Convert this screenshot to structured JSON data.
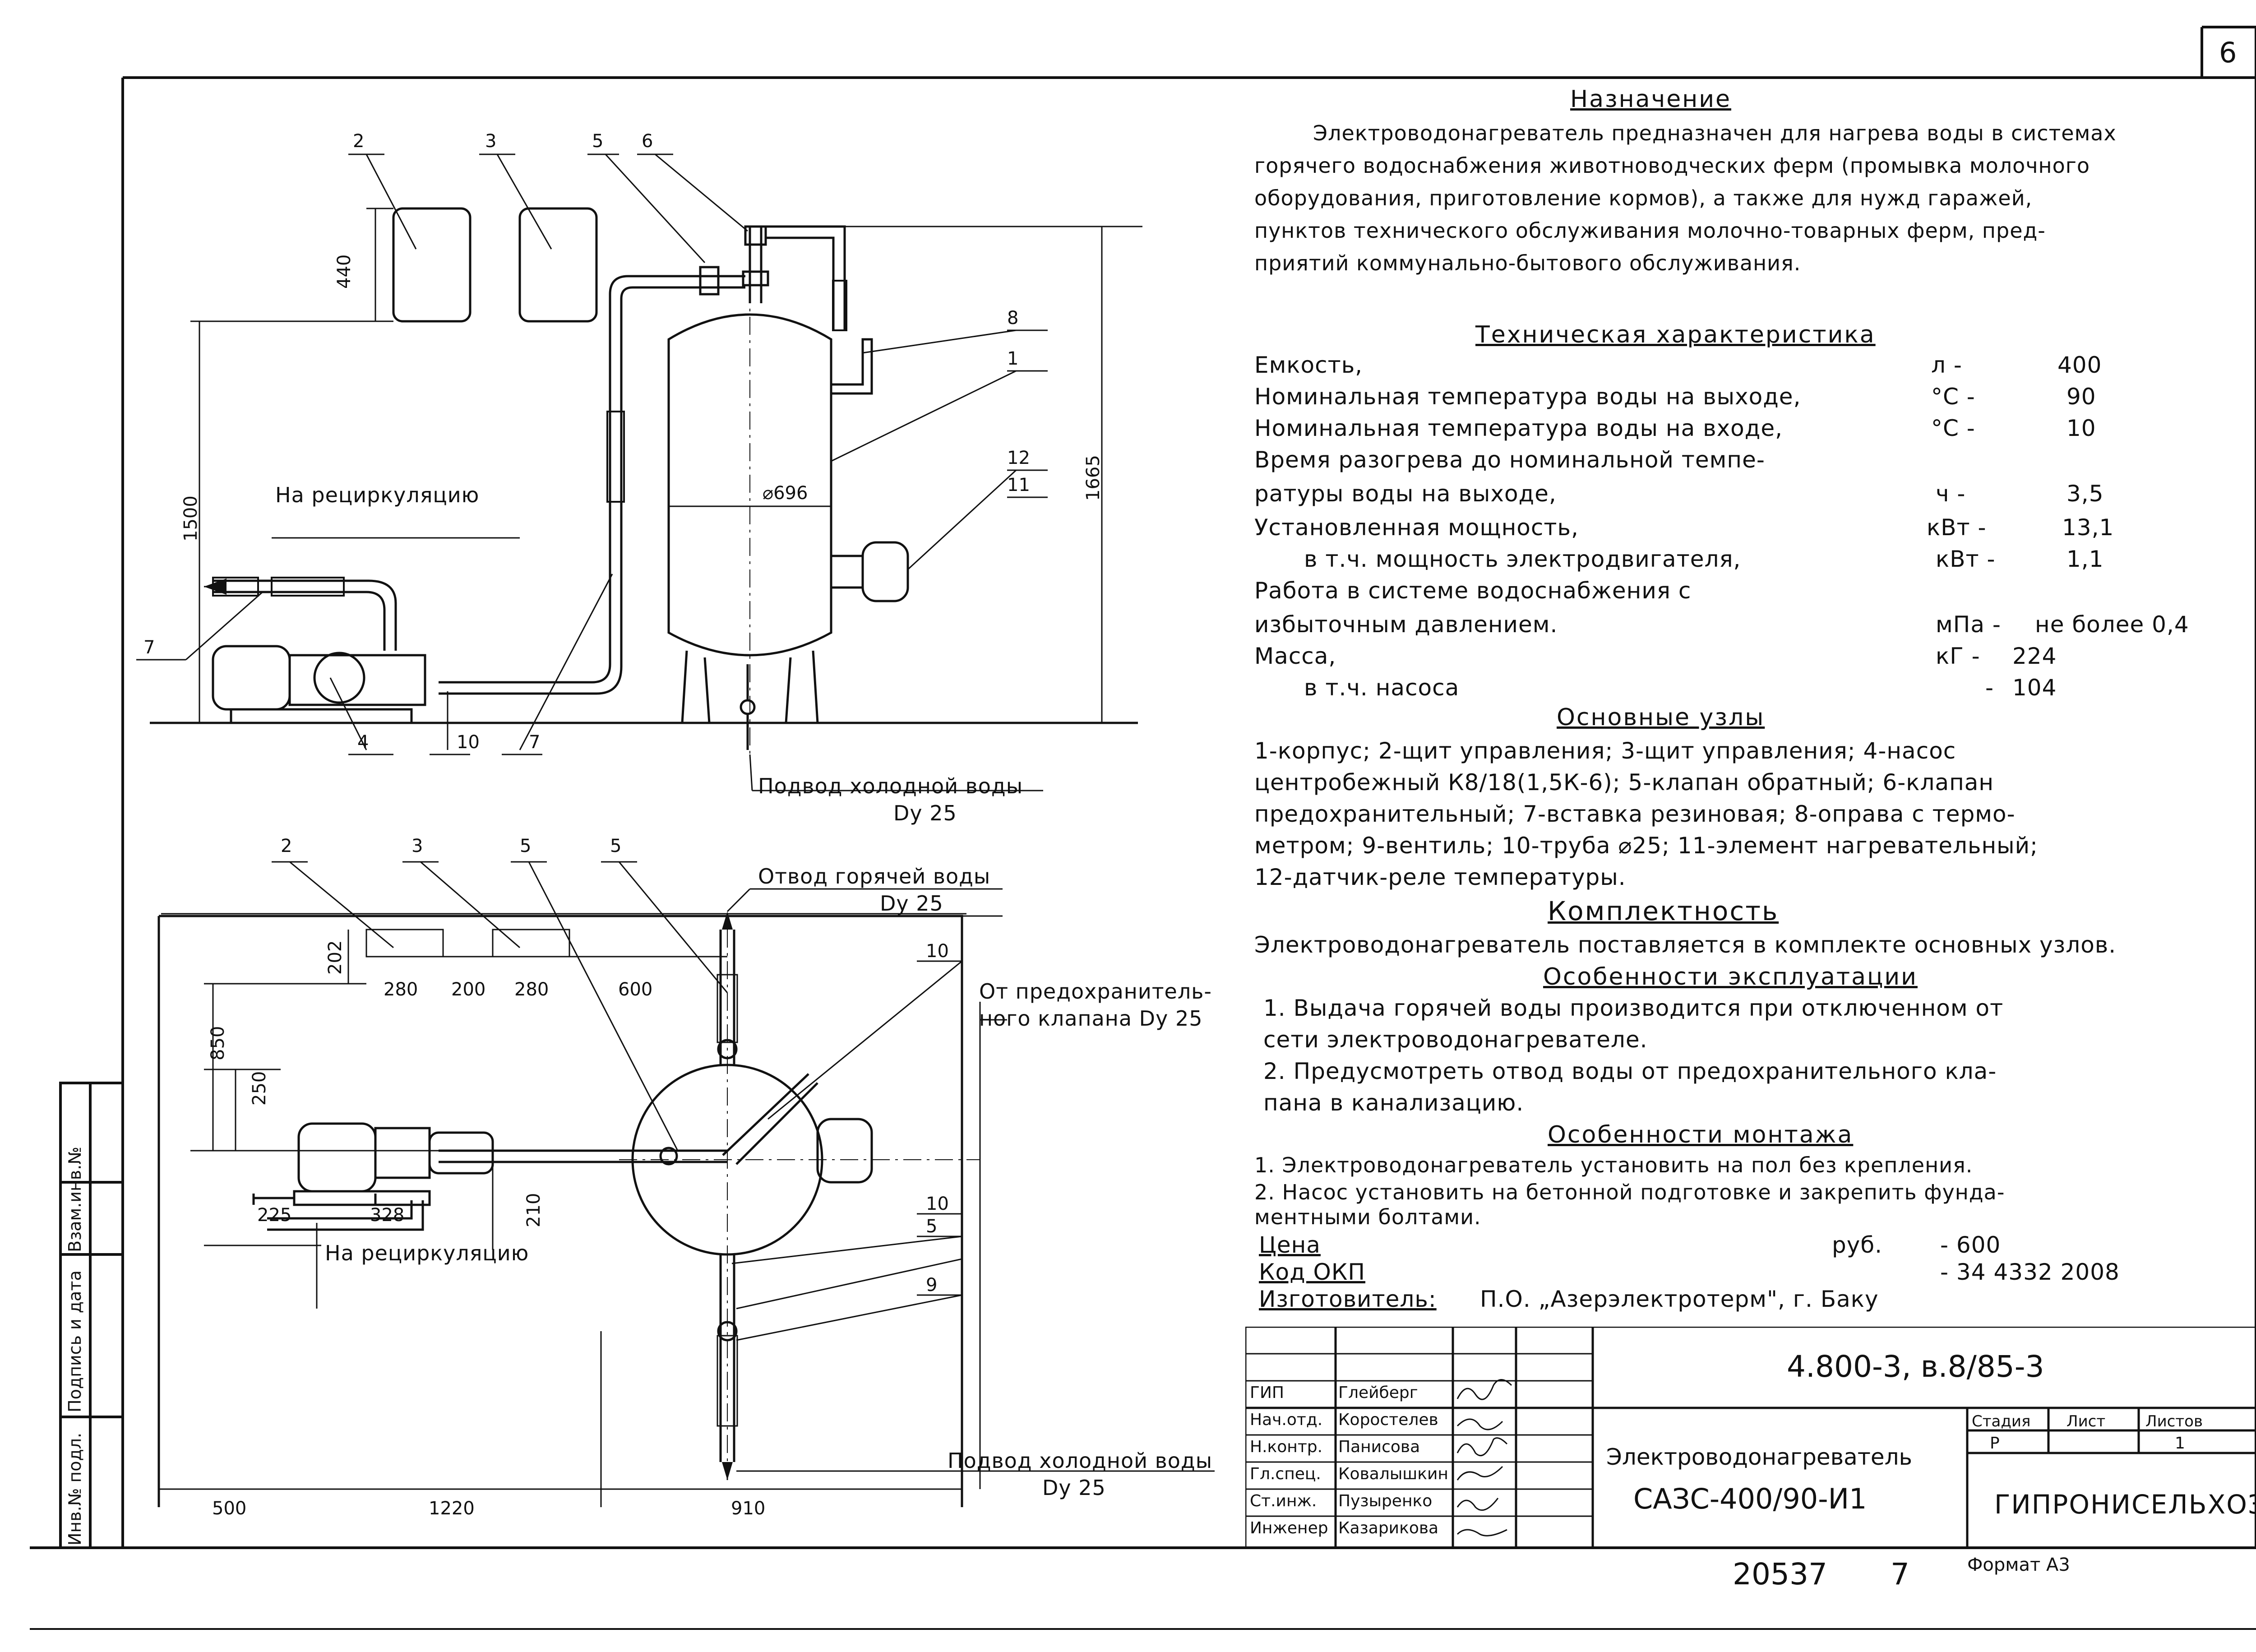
{
  "sheet": {
    "page_number": "6",
    "format": "Формат А3",
    "bottom_note_left": "20537",
    "bottom_note_right": "7"
  },
  "side_stamp": {
    "inv_podl": "Инв.№ подл.",
    "podpis_data": "Подпись и дата",
    "vzam_inv": "Взам.инв.№"
  },
  "purpose": {
    "title": "Назначение",
    "lines": [
      "Электроводонагреватель предназначен для нагрева воды в системах",
      "горячего водоснабжения животноводческих ферм (промывка молочного",
      "оборудования, приготовление кормов), а также для нужд гаражей,",
      "пунктов технического обслуживания молочно-товарных ферм, пред-",
      "приятий коммунально-бытового обслуживания."
    ]
  },
  "specs": {
    "title": "Техническая характеристика",
    "rows": [
      {
        "label": "Емкость,",
        "unit": "л -",
        "value": "400"
      },
      {
        "label": "Номинальная температура воды на выходе,",
        "unit": "°С -",
        "value": "90"
      },
      {
        "label": "Номинальная температура воды на входе,",
        "unit": "°С -",
        "value": "10"
      },
      {
        "label": "Время разогрева до номинальной темпе-",
        "unit": "",
        "value": ""
      },
      {
        "label": "ратуры воды на выходе,",
        "unit": "ч -",
        "value": "3,5"
      },
      {
        "label": "Установленная мощность,",
        "unit": "кВт -",
        "value": "13,1"
      },
      {
        "label": "в т.ч. мощность электродвигателя,",
        "unit": "кВт -",
        "value": "1,1"
      },
      {
        "label": "Работа в системе водоснабжения с",
        "unit": "",
        "value": ""
      },
      {
        "label": "избыточным давлением.",
        "unit": "мПа -",
        "value": "не более 0,4"
      },
      {
        "label": "Масса,",
        "unit": "кГ -",
        "value": "224"
      },
      {
        "label": "в т.ч. насоса",
        "unit": "-",
        "value": "104"
      }
    ]
  },
  "components": {
    "title": "Основные узлы",
    "lines": [
      "1-корпус; 2-щит управления; 3-щит управления; 4-насос",
      "центробежный К8/18(1,5К-6); 5-клапан обратный; 6-клапан",
      "предохранительный; 7-вставка резиновая; 8-оправа с термо-",
      "метром; 9-вентиль; 10-труба ⌀25; 11-элемент нагревательный;",
      "12-датчик-реле температуры."
    ]
  },
  "completeness": {
    "title": "Комплектность",
    "text": "Электроводонагреватель поставляется в комплекте основных узлов."
  },
  "operation": {
    "title": "Особенности эксплуатации",
    "lines": [
      "1. Выдача горячей воды производится при отключенном от",
      "сети электроводонагревателе.",
      "2. Предусмотреть отвод воды от предохранительного кла-",
      "пана в канализацию."
    ]
  },
  "mounting": {
    "title": "Особенности монтажа",
    "lines": [
      "1. Электроводонагреватель установить на пол без крепления.",
      "2. Насос установить на бетонной подготовке и закрепить фунда-",
      "ментными болтами."
    ]
  },
  "price": {
    "label": "Цена",
    "unit": "руб.",
    "value": "- 600"
  },
  "okp": {
    "label": "Код ОКП",
    "value": "- 34 4332 2008"
  },
  "maker": {
    "label": "Изготовитель:",
    "value": "П.О. „Азерэлектротерм\", г. Баку"
  },
  "titleblock": {
    "code": "4.800-3, в.8/85-3",
    "name_line1": "Электроводонагреватель",
    "name_line2": "САЗС-400/90-И1",
    "stage_hdr": "Стадия",
    "sheet_hdr": "Лист",
    "sheets_hdr": "Листов",
    "stage": "Р",
    "sheet": "",
    "sheets": "1",
    "org": "ГИПРОНИСЕЛЬХОЗ",
    "people": [
      {
        "role": "ГИП",
        "name": "Глейберг"
      },
      {
        "role": "Нач.отд.",
        "name": "Коростелев"
      },
      {
        "role": "Н.контр.",
        "name": "Панисова"
      },
      {
        "role": "Гл.спец.",
        "name": "Ковалышкин"
      },
      {
        "role": "Ст.инж.",
        "name": "Пузыренко"
      },
      {
        "role": "Инженер",
        "name": "Казарикова"
      }
    ]
  },
  "front_view": {
    "callouts": [
      "2",
      "3",
      "5",
      "6",
      "8",
      "1",
      "12",
      "11",
      "7",
      "4",
      "10",
      "7"
    ],
    "dims": {
      "panel_height": "440",
      "panel_elev": "1500",
      "total_height": "1665",
      "diameter": "⌀696"
    },
    "recirc_label": "На рециркуляцию",
    "cold_in_label": "Подвод холодной воды",
    "cold_in_size": "Dу 25"
  },
  "plan_view": {
    "callouts": [
      "2",
      "3",
      "5",
      "5",
      "10",
      "10",
      "5",
      "9"
    ],
    "dims": {
      "d202": "202",
      "d280a": "280",
      "d200": "200",
      "d280b": "280",
      "d600": "600",
      "d850": "850",
      "d250": "250",
      "d210": "210",
      "d225": "225",
      "d328": "328",
      "d500": "500",
      "d1220": "1220",
      "d910": "910"
    },
    "hot_out_label": "Отвод горячей воды",
    "hot_out_size": "Dу 25",
    "safety_label1": "От предохранитель-",
    "safety_label2": "ного клапана Dу 25",
    "recirc_label": "На рециркуляцию",
    "cold_in_label": "Подвод холодной воды",
    "cold_in_size": "Dу 25"
  }
}
